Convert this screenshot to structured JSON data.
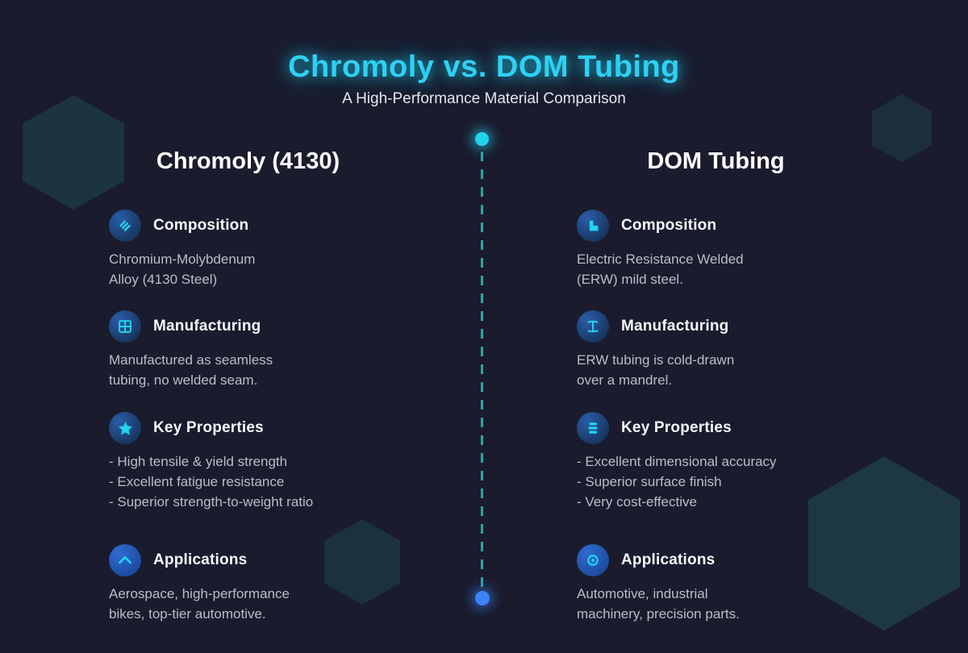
{
  "page": {
    "title": "Chromoly vs. DOM Tubing",
    "subtitle": "A High-Performance Material Comparison"
  },
  "colors": {
    "background": "#1a1b2d",
    "accent_cyan": "#22d3ee",
    "divider_teal": "#2dbeB4",
    "bottom_dot_blue": "#3b82f6",
    "icon_circle_blue": "#1f4a86",
    "body_text": "#b7bec9",
    "hexagon_teal": "#1d3946"
  },
  "columns": [
    {
      "header": "Chromoly (4130)",
      "sections": [
        {
          "icon": "alloy-stripes-icon",
          "heading": "Composition",
          "lines": [
            "Chromium-Molybdenum",
            "Alloy (4130 Steel)"
          ]
        },
        {
          "icon": "grid-icon",
          "heading": "Manufacturing",
          "lines": [
            "Manufactured as seamless",
            "tubing, no welded seam."
          ]
        },
        {
          "icon": "star-icon",
          "heading": "Key Properties",
          "lines": [
            "- High tensile & yield strength",
            "- Excellent fatigue resistance",
            "- Superior strength-to-weight ratio"
          ]
        },
        {
          "icon": "chevron-up-icon",
          "heading": "Applications",
          "lines": [
            "Aerospace, high-performance",
            "bikes, top-tier automotive."
          ]
        }
      ]
    },
    {
      "header": "DOM Tubing",
      "sections": [
        {
          "icon": "corner-l-icon",
          "heading": "Composition",
          "lines": [
            "Electric Resistance Welded",
            "(ERW) mild steel."
          ]
        },
        {
          "icon": "mandrel-beam-icon",
          "heading": "Manufacturing",
          "lines": [
            "ERW tubing is cold-drawn",
            "over a mandrel."
          ]
        },
        {
          "icon": "stacked-bars-icon",
          "heading": "Key Properties",
          "lines": [
            "- Excellent dimensional accuracy",
            "- Superior surface finish",
            "- Very cost-effective"
          ]
        },
        {
          "icon": "target-icon",
          "heading": "Applications",
          "lines": [
            "Automotive, industrial",
            "machinery, precision parts."
          ]
        }
      ]
    }
  ]
}
